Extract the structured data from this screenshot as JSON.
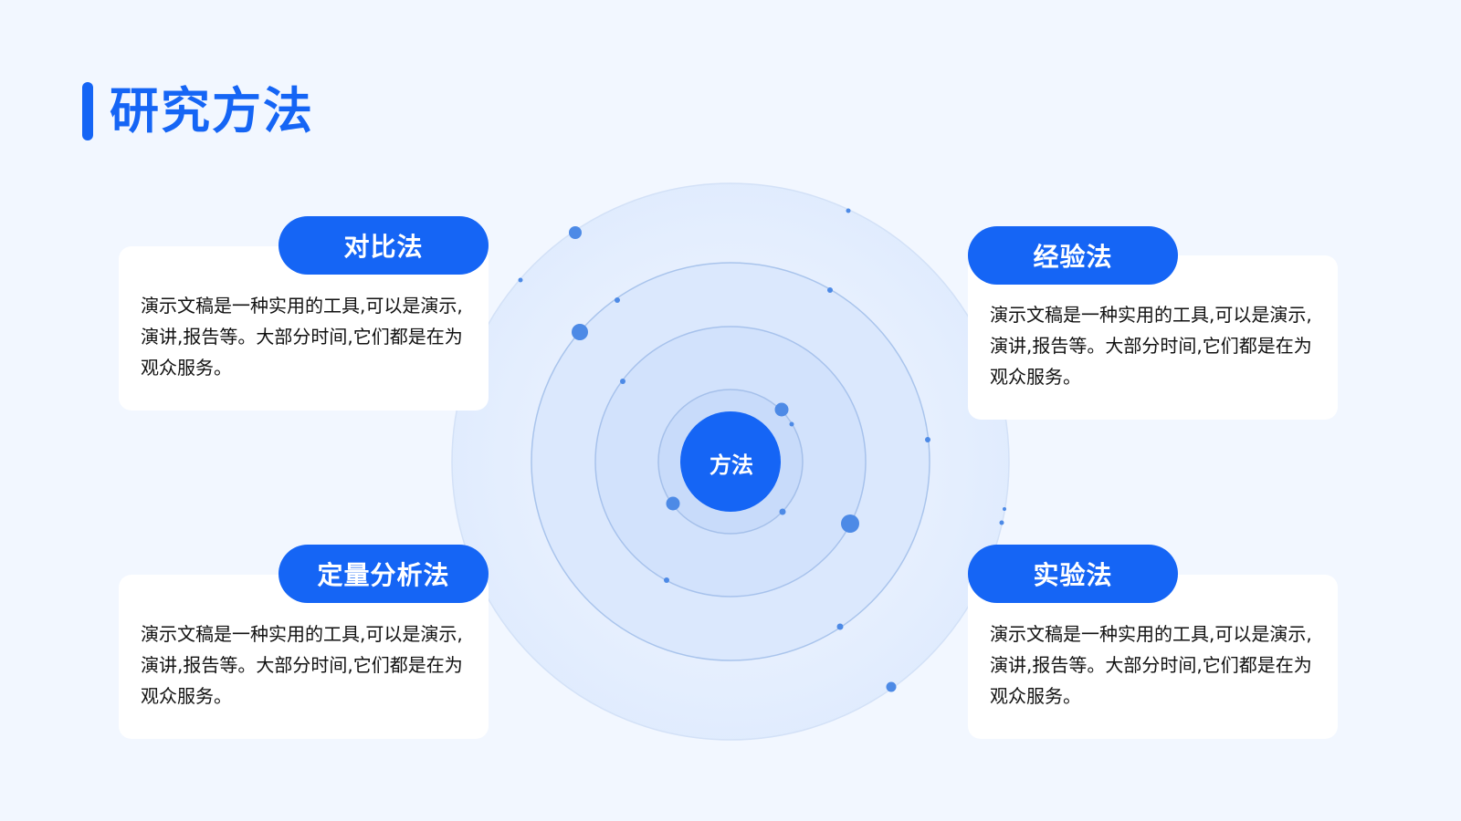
{
  "title": "研究方法",
  "center": {
    "label": "方法"
  },
  "cards": [
    {
      "label": "对比法",
      "text": "演示文稿是一种实用的工具,可以是演示,演讲,报告等。大部分时间,它们都是在为观众服务。"
    },
    {
      "label": "经验法",
      "text": "演示文稿是一种实用的工具,可以是演示,演讲,报告等。大部分时间,它们都是在为观众服务。"
    },
    {
      "label": "定量分析法",
      "text": "演示文稿是一种实用的工具,可以是演示,演讲,报告等。大部分时间,它们都是在为观众服务。"
    },
    {
      "label": "实验法",
      "text": "演示文稿是一种实用的工具,可以是演示,演讲,报告等。大部分时间,它们都是在为观众服务。"
    }
  ],
  "colors": {
    "accent": "#1565f5",
    "background": "#f2f7ff",
    "card": "#ffffff"
  }
}
